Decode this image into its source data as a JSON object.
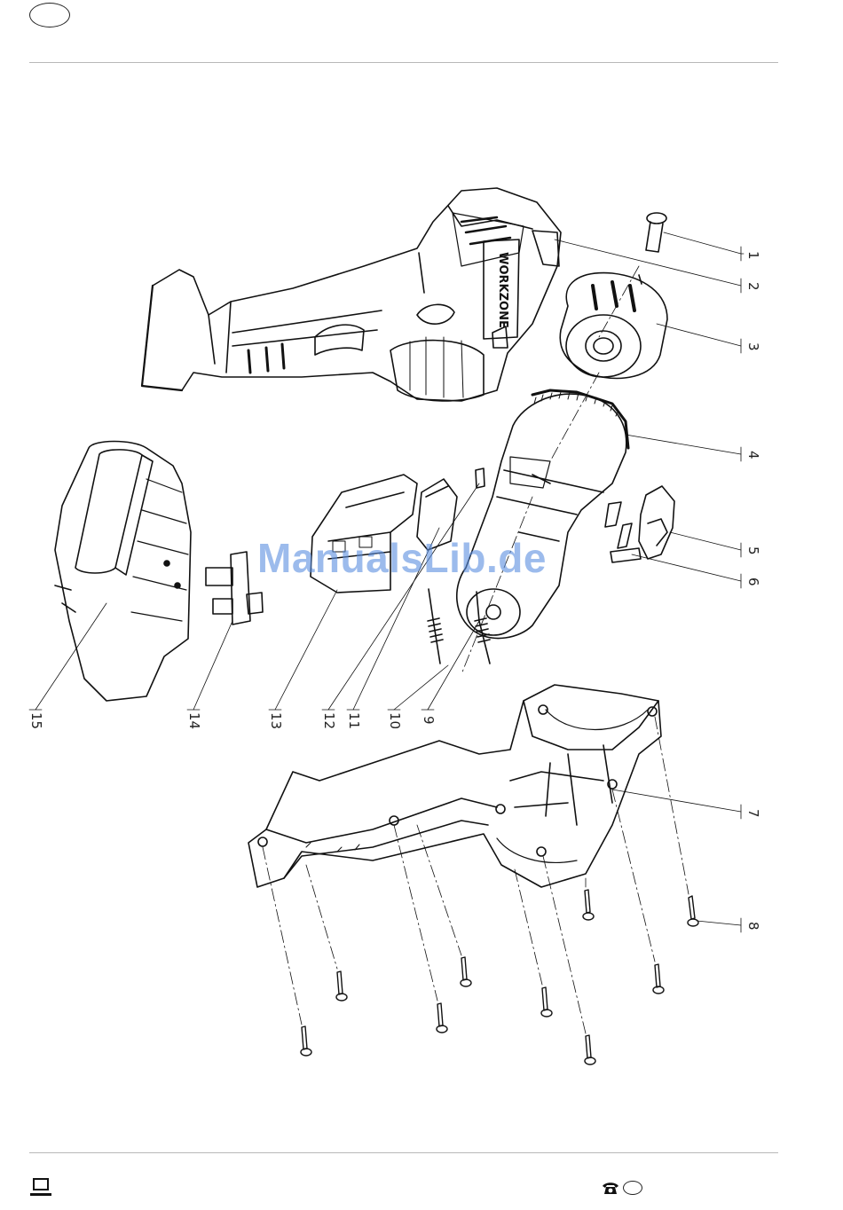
{
  "diagram": {
    "callouts": [
      {
        "label": "1"
      },
      {
        "label": "2"
      },
      {
        "label": "3"
      },
      {
        "label": "4"
      },
      {
        "label": "5"
      },
      {
        "label": "6"
      },
      {
        "label": "7"
      },
      {
        "label": "8"
      },
      {
        "label": "9"
      },
      {
        "label": "10"
      },
      {
        "label": "11"
      },
      {
        "label": "12"
      },
      {
        "label": "13"
      },
      {
        "label": "14"
      },
      {
        "label": "15"
      }
    ],
    "brand_text": "WORKZONE"
  },
  "watermark": {
    "text": "ManualsLib.de"
  },
  "icons": {
    "left": "laptop-icon",
    "right": "phone-icon"
  }
}
